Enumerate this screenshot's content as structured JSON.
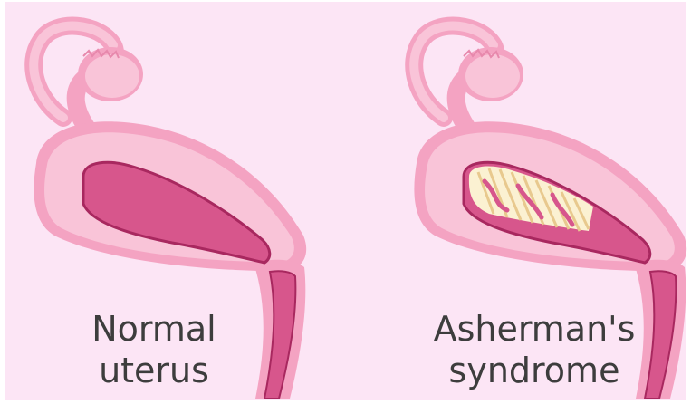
{
  "panels": {
    "normal": {
      "label_line1": "Normal",
      "label_line2": "uterus"
    },
    "asherman": {
      "label_line1": "Asherman's",
      "label_line2": "syndrome"
    }
  },
  "colors": {
    "background": "#fce5f5",
    "uterus_outer": "#f4a3c2",
    "uterus_body": "#f9c4d8",
    "cavity": "#d7568c",
    "cavity_border": "#a8285f",
    "adhesions": "#fbf1d2"
  }
}
